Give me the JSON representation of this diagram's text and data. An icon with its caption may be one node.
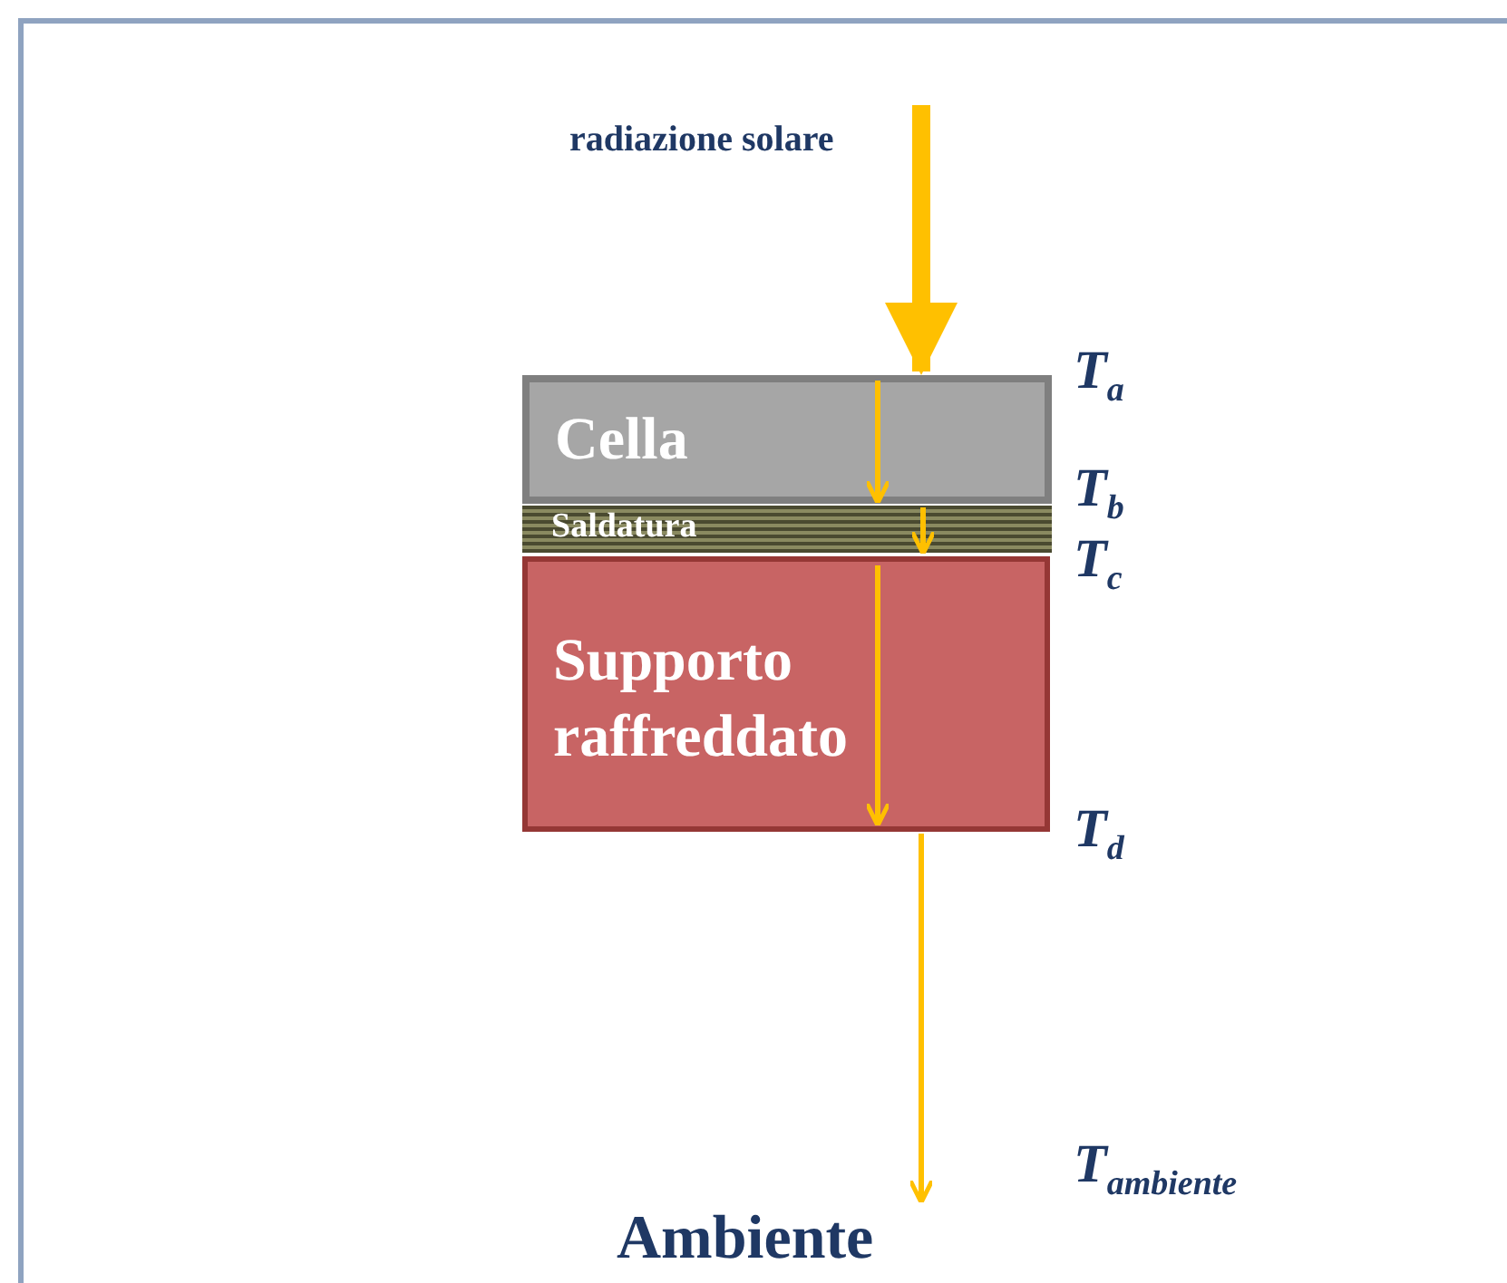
{
  "diagram": {
    "nodes": [
      {
        "text": [
          "radiazione solare"
        ]
      },
      {
        "text": [
          "Cella"
        ]
      },
      {
        "text": [
          "Saldatura"
        ]
      },
      {
        "text": [
          "Supporto raffreddato"
        ]
      },
      {
        "text": [
          "Ambiente"
        ]
      }
    ],
    "edges": [
      {
        "from": 0,
        "to": 1,
        "arrow": "to",
        "style": "thick"
      },
      {
        "from": 1,
        "to": 2,
        "arrow": "to"
      },
      {
        "from": 2,
        "to": 3,
        "arrow": "to"
      },
      {
        "from": 3,
        "to": 4,
        "arrow": "to"
      }
    ],
    "labels": [
      "T$_{a}$",
      "T$_{b}$",
      "T$_{c}$",
      "T$_{d}$",
      "T$_{ambiente}$"
    ]
  }
}
